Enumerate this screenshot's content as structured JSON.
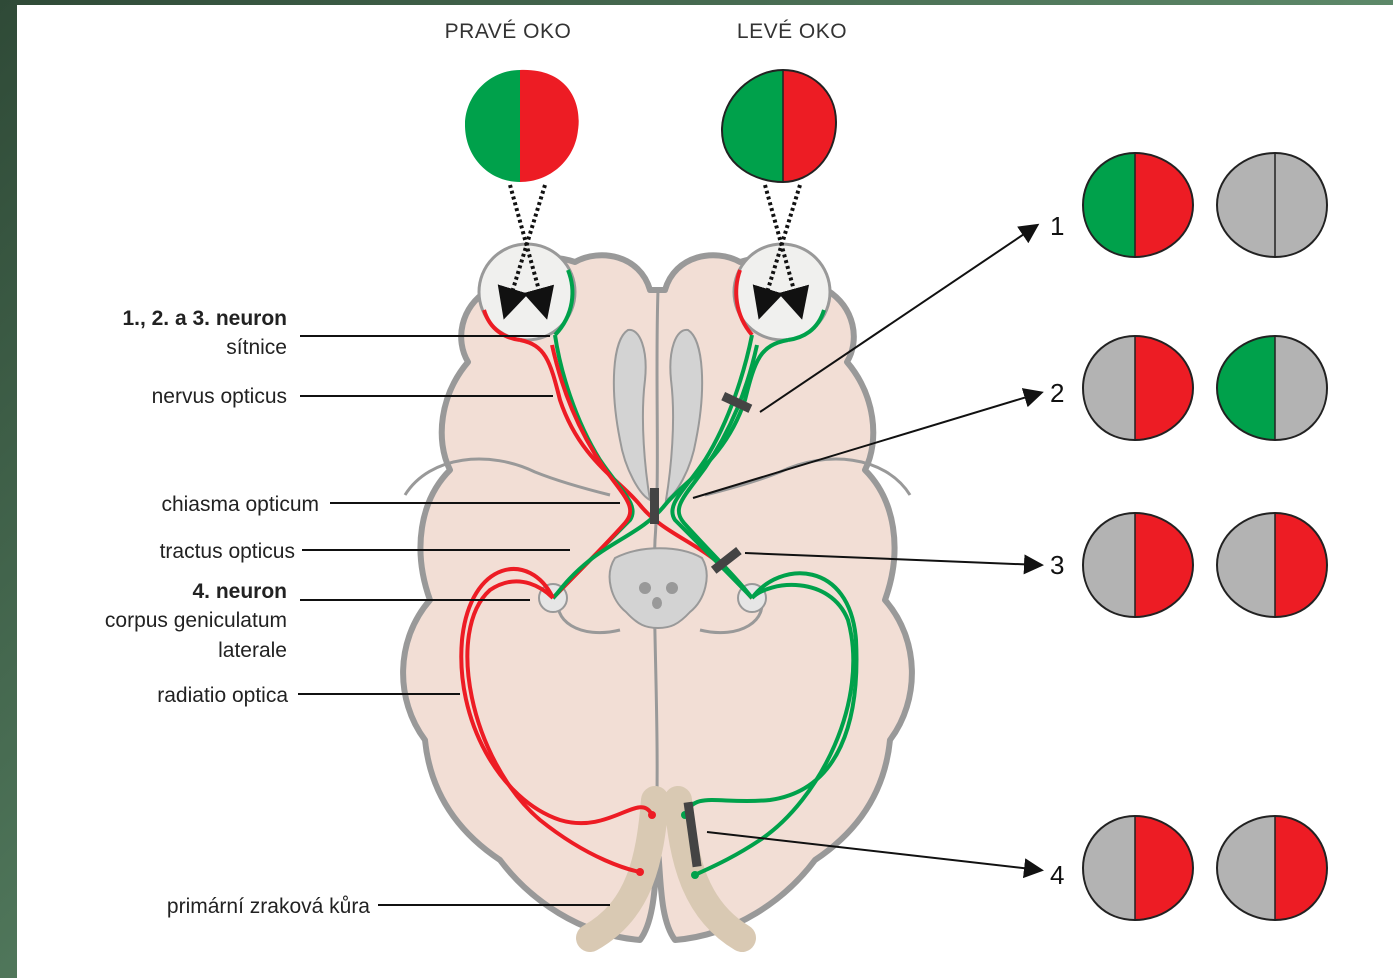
{
  "header": {
    "right_eye": "PRAVÉ OKO",
    "left_eye": "LEVÉ OKO"
  },
  "labels": {
    "neuron123": "1., 2. a 3. neuron",
    "retina": "sítnice",
    "optic_nerve": "nervus opticus",
    "chiasm": "chiasma opticum",
    "tract": "tractus opticus",
    "neuron4": "4. neuron",
    "lgn1": "corpus geniculatum",
    "lgn2": "laterale",
    "radiation": "radiatio optica",
    "cortex": "primární zraková kůra"
  },
  "lesions": [
    "1",
    "2",
    "3",
    "4"
  ],
  "colors": {
    "green": "#00a14b",
    "red": "#ed1c24",
    "gray": "#b3b3b3",
    "brain": "#f2ded5",
    "outline": "#999999",
    "cortex": "#d9c9b3"
  },
  "visual_fields": [
    {
      "lesion": "1",
      "left_eye": [
        "green",
        "red"
      ],
      "right_eye": [
        "gray",
        "gray"
      ]
    },
    {
      "lesion": "2",
      "left_eye": [
        "gray",
        "red"
      ],
      "right_eye": [
        "green",
        "gray"
      ]
    },
    {
      "lesion": "3",
      "left_eye": [
        "gray",
        "red"
      ],
      "right_eye": [
        "gray",
        "red"
      ]
    },
    {
      "lesion": "4",
      "left_eye": [
        "gray",
        "red"
      ],
      "right_eye": [
        "gray",
        "red"
      ]
    }
  ]
}
